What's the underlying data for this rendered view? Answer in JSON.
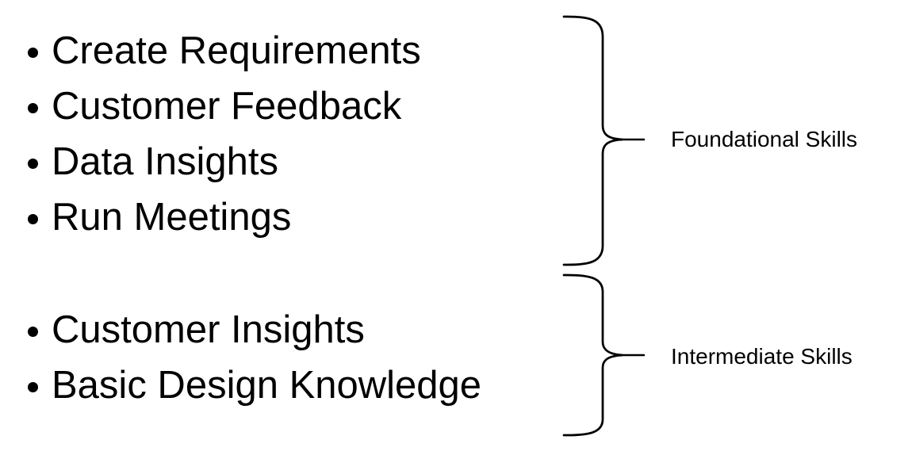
{
  "slide": {
    "background": "#ffffff",
    "text_color": "#000000",
    "brace_color": "#000000"
  },
  "groups": [
    {
      "label": "Foundational Skills",
      "items": [
        "Create Requirements",
        "Customer Feedback",
        "Data Insights",
        "Run Meetings"
      ]
    },
    {
      "label": "Intermediate Skills",
      "items": [
        "Customer Insights",
        "Basic Design Knowledge"
      ]
    }
  ]
}
